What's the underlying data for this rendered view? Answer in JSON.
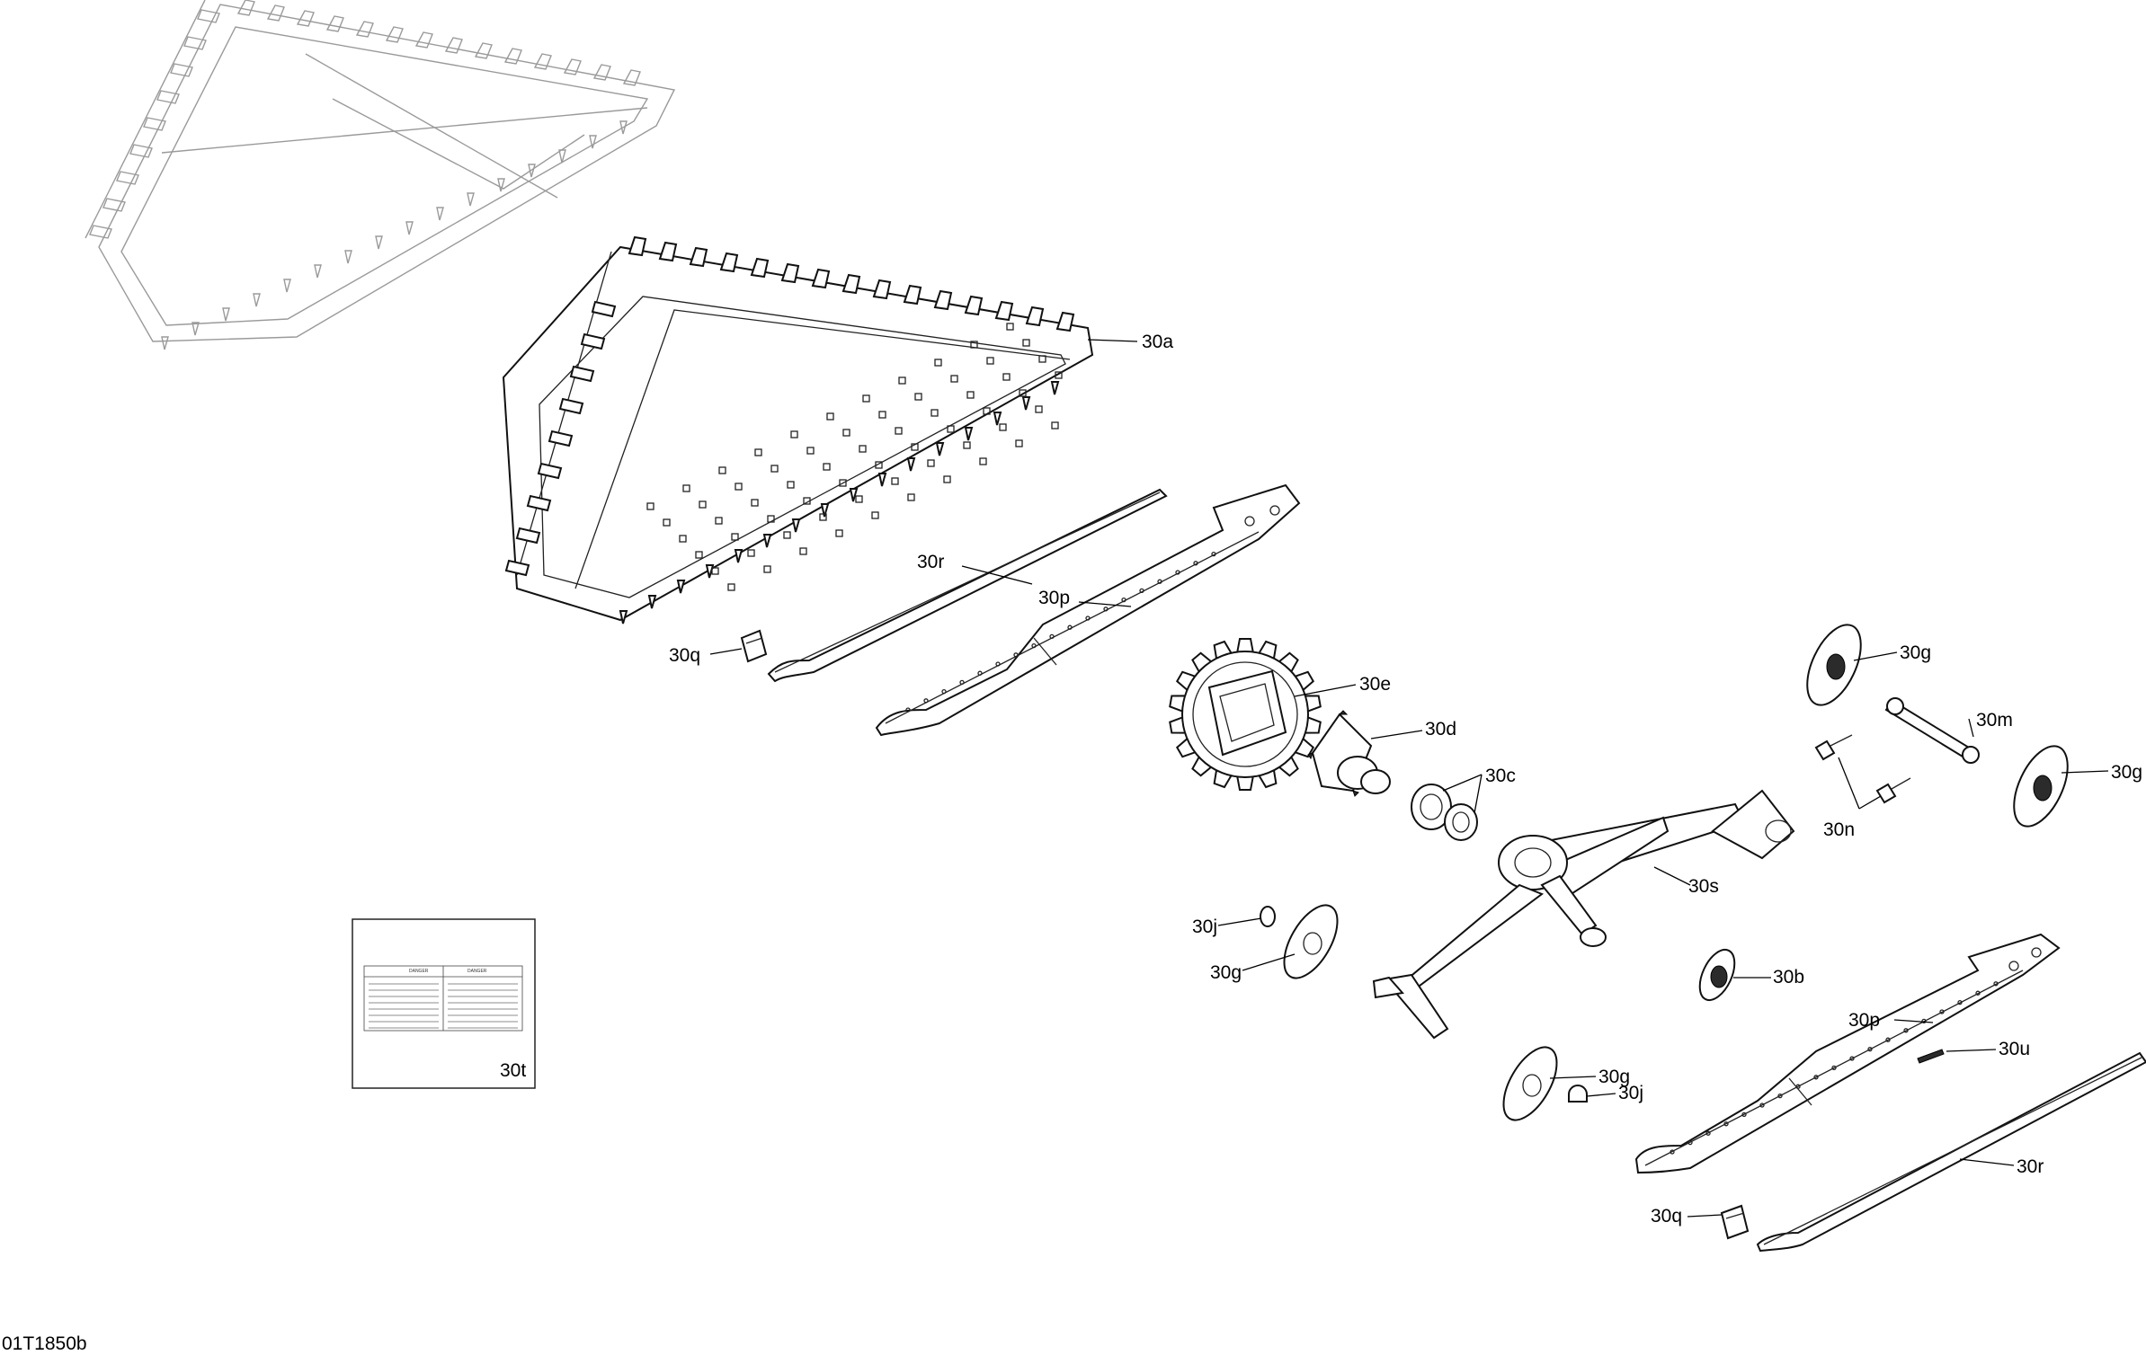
{
  "drawing_id": "01T1850b",
  "callouts": {
    "a": "30a",
    "b": "30b",
    "c": "30c",
    "d": "30d",
    "e": "30e",
    "g1": "30g",
    "g2": "30g",
    "g3": "30g",
    "g4": "30g",
    "j1": "30j",
    "j2": "30j",
    "m": "30m",
    "n": "30n",
    "p1": "30p",
    "p2": "30p",
    "q1": "30q",
    "q2": "30q",
    "r1": "30r",
    "r2": "30r",
    "s": "30s",
    "t": "30t",
    "u": "30u"
  },
  "decal": {
    "title_left": "DANGER",
    "title_right": "DANGER"
  },
  "colors": {
    "line": "#111111",
    "ghost": "#9a9a9a",
    "background": "#ffffff"
  }
}
